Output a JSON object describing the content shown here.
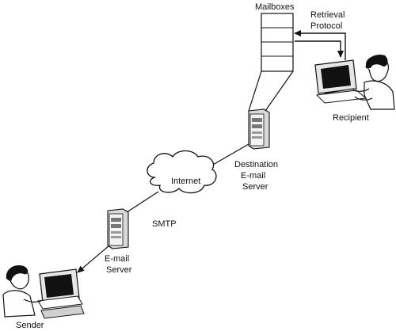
{
  "labels": {
    "mailboxes": "Mailboxes",
    "retrieval_line1": "Retrieval",
    "retrieval_line2": "Protocol",
    "recipient": "Recipient",
    "destination_line1": "Destination",
    "destination_line2": "E-mail",
    "destination_line3": "Server",
    "internet": "Internet",
    "smtp": "SMTP",
    "email_server_line1": "E-mail",
    "email_server_line2": "Server",
    "sender": "Sender"
  },
  "colors": {
    "line": "#111111",
    "cloud_fill": "#ffffff",
    "server_fill": "#d9d9d9",
    "screen": "#111111",
    "skin": "#ffffff"
  },
  "icons": [
    "mailbox-stack-icon",
    "server-tower-icon",
    "computer-user-icon",
    "cloud-icon",
    "arrow-icon"
  ]
}
